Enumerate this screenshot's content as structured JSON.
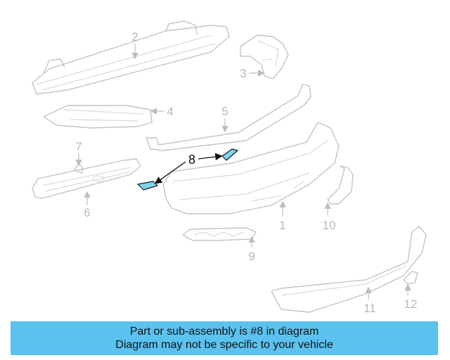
{
  "diagram": {
    "callouts": [
      "1",
      "2",
      "3",
      "4",
      "5",
      "6",
      "7",
      "8",
      "9",
      "10",
      "11",
      "12"
    ],
    "highlighted_part": "8",
    "highlight_color": "#7fd3f0"
  },
  "banner": {
    "line1": "Part or sub-assembly is #8 in diagram",
    "line2": "Diagram may not be specific to your vehicle",
    "background": "#5bc2f0"
  }
}
